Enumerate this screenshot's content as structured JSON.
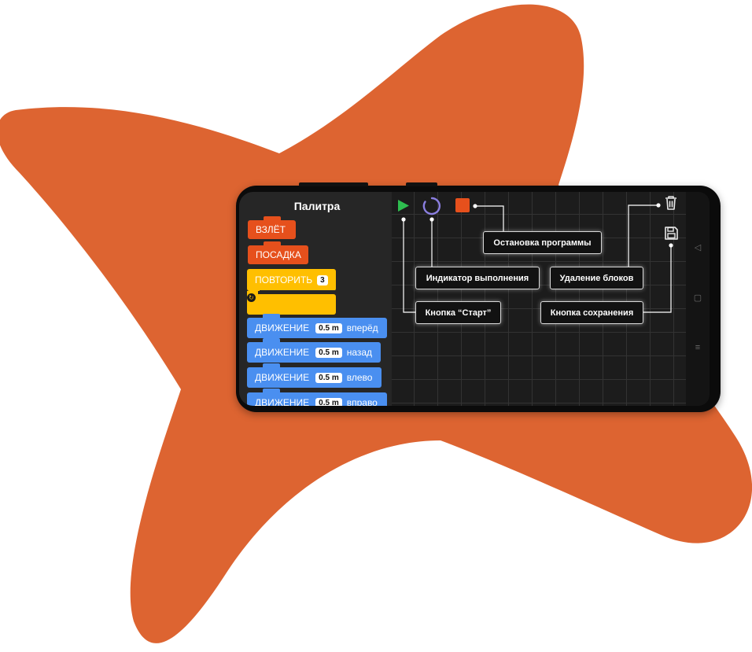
{
  "palette": {
    "title": "Палитра",
    "blocks": {
      "takeoff": "ВЗЛЁТ",
      "landing": "ПОСАДКА",
      "repeat": {
        "label": "ПОВТОРИТЬ",
        "count": "3"
      },
      "moves": [
        {
          "label": "ДВИЖЕНИЕ",
          "value": "0.5 m",
          "dir": "вперёд"
        },
        {
          "label": "ДВИЖЕНИЕ",
          "value": "0.5 m",
          "dir": "назад"
        },
        {
          "label": "ДВИЖЕНИЕ",
          "value": "0.5 m",
          "dir": "влево"
        },
        {
          "label": "ДВИЖЕНИЕ",
          "value": "0.5 m",
          "dir": "вправо"
        }
      ]
    }
  },
  "controls": {
    "start_icon": "play-icon",
    "progress_icon": "spinner-icon",
    "stop_icon": "stop-icon",
    "delete_icon": "trash-icon",
    "save_icon": "floppy-disk-icon"
  },
  "callouts": {
    "stop": "Остановка программы",
    "progress": "Индикатор выполнения",
    "delete": "Удаление блоков",
    "start": "Кнопка “Старт”",
    "save": "Кнопка сохранения"
  },
  "navbar": {
    "back_icon": "back-triangle-icon",
    "home_icon": "home-square-icon",
    "menu_icon": "menu-lines-icon"
  },
  "colors": {
    "blob": "#dd6431",
    "orange_block": "#e6501c",
    "yellow_block": "#ffbf00",
    "blue_block": "#4a8ff0",
    "play": "#2ebd4f",
    "spinner": "#8b7fe0"
  }
}
